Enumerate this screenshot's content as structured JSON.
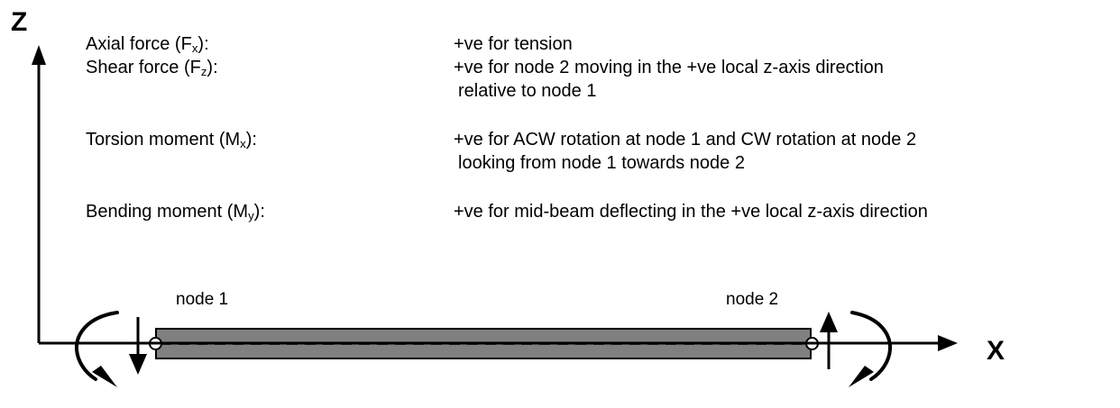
{
  "diagram": {
    "axes": {
      "z_label": "Z",
      "x_label": "X"
    },
    "legend": [
      {
        "term": "Axial force (F",
        "term_sub": "x",
        "term_tail": "):",
        "desc": "+ve for tension",
        "cont": ""
      },
      {
        "term": "Shear force (F",
        "term_sub": "z",
        "term_tail": "):",
        "desc": "+ve for node 2 moving in the +ve local z-axis direction",
        "cont": "relative to node 1"
      },
      {
        "term": "Torsion moment (M",
        "term_sub": "x",
        "term_tail": "):",
        "desc": "+ve for ACW rotation at node 1 and CW rotation at node 2",
        "cont": "looking from node 1 towards node 2"
      },
      {
        "term": "Bending moment (M",
        "term_sub": "y",
        "term_tail": "):",
        "desc": "+ve for mid-beam deflecting in the +ve local z-axis direction",
        "cont": ""
      }
    ],
    "beam": {
      "node1_label": "node 1",
      "node2_label": "node 2",
      "fill_color": "#808080",
      "stroke_color": "#000000",
      "centerline_style": "dashed"
    },
    "arrows": {
      "node1_force": "down-arrow",
      "node1_moment": "acw-curved-arrow",
      "node2_force": "up-arrow",
      "node2_moment": "cw-curved-arrow",
      "z_axis": "up-arrow",
      "x_axis": "right-arrow"
    }
  }
}
